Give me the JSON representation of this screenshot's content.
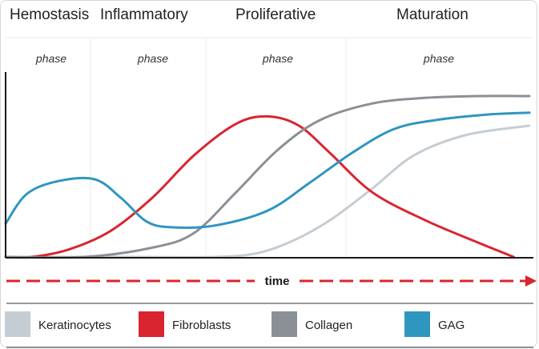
{
  "phases": [
    {
      "title": "Hemostasis",
      "sub": "phase"
    },
    {
      "title": "Inflammatory",
      "sub": "phase"
    },
    {
      "title": "Proliferative",
      "sub": "phase"
    },
    {
      "title": "Maturation",
      "sub": "phase"
    }
  ],
  "axis": {
    "x_label": "time"
  },
  "chart_data": {
    "type": "line",
    "title": "",
    "xlabel": "time",
    "ylabel": "",
    "x_categories": [
      "Hemostasis phase",
      "Inflammatory phase",
      "Proliferative phase",
      "Maturation phase"
    ],
    "xlim": [
      0,
      100
    ],
    "ylim": [
      0,
      1
    ],
    "grid": false,
    "legend_position": "bottom",
    "series": [
      {
        "name": "Keratinocytes",
        "color": "#c5cdd4",
        "points": [
          [
            0,
            0
          ],
          [
            25,
            0
          ],
          [
            40,
            0
          ],
          [
            48,
            0.02
          ],
          [
            55,
            0.09
          ],
          [
            62,
            0.2
          ],
          [
            70,
            0.37
          ],
          [
            78,
            0.55
          ],
          [
            88,
            0.66
          ],
          [
            100,
            0.71
          ]
        ]
      },
      {
        "name": "Fibroblasts",
        "color": "#d9252f",
        "points": [
          [
            0,
            0
          ],
          [
            5,
            0
          ],
          [
            12,
            0.04
          ],
          [
            20,
            0.14
          ],
          [
            28,
            0.32
          ],
          [
            36,
            0.55
          ],
          [
            44,
            0.72
          ],
          [
            50,
            0.76
          ],
          [
            56,
            0.71
          ],
          [
            62,
            0.56
          ],
          [
            70,
            0.35
          ],
          [
            80,
            0.2
          ],
          [
            90,
            0.08
          ],
          [
            97,
            0
          ]
        ]
      },
      {
        "name": "Collagen",
        "color": "#8a9096",
        "points": [
          [
            0,
            0
          ],
          [
            15,
            0
          ],
          [
            28,
            0.05
          ],
          [
            36,
            0.13
          ],
          [
            44,
            0.35
          ],
          [
            52,
            0.58
          ],
          [
            60,
            0.74
          ],
          [
            70,
            0.83
          ],
          [
            80,
            0.86
          ],
          [
            90,
            0.87
          ],
          [
            100,
            0.87
          ]
        ]
      },
      {
        "name": "GAG",
        "color": "#2f96c0",
        "points": [
          [
            0,
            0.18
          ],
          [
            4,
            0.34
          ],
          [
            10,
            0.41
          ],
          [
            17,
            0.42
          ],
          [
            22,
            0.32
          ],
          [
            27,
            0.19
          ],
          [
            32,
            0.16
          ],
          [
            40,
            0.17
          ],
          [
            50,
            0.25
          ],
          [
            58,
            0.4
          ],
          [
            66,
            0.56
          ],
          [
            74,
            0.69
          ],
          [
            82,
            0.74
          ],
          [
            92,
            0.77
          ],
          [
            100,
            0.78
          ]
        ]
      }
    ]
  }
}
